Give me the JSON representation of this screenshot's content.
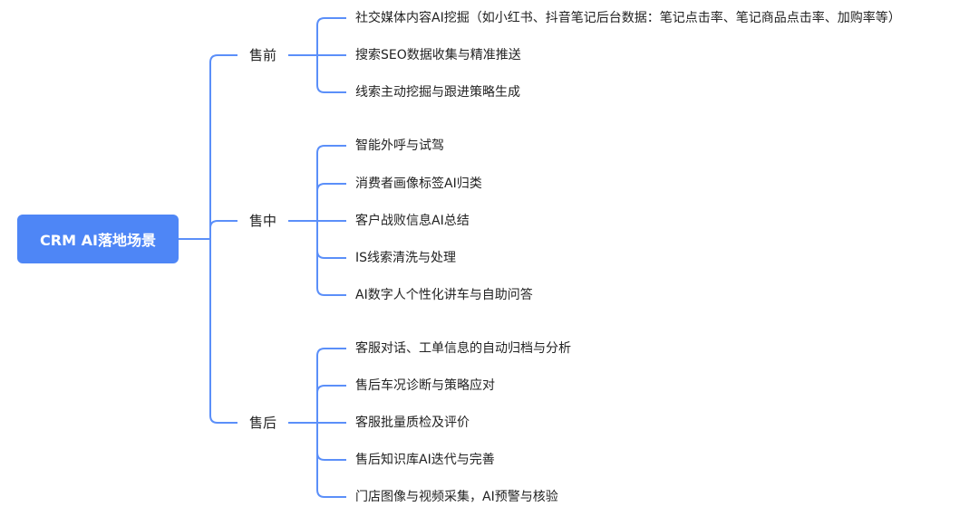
{
  "root": {
    "label": "CRM AI落地场景"
  },
  "line_color": "#5b8ff9",
  "branches": [
    {
      "label": "售前",
      "children": [
        "社交媒体内容AI挖掘（如小红书、抖音笔记后台数据：笔记点击率、笔记商品点击率、加购率等）",
        "搜索SEO数据收集与精准推送",
        "线索主动挖掘与跟进策略生成"
      ]
    },
    {
      "label": "售中",
      "children": [
        "智能外呼与试驾",
        "消费者画像标签AI归类",
        "客户战败信息AI总结",
        "IS线索清洗与处理",
        "AI数字人个性化讲车与自助问答"
      ]
    },
    {
      "label": "售后",
      "children": [
        "客服对话、工单信息的自动归档与分析",
        "售后车况诊断与策略应对",
        "客服批量质检及评价",
        "售后知识库AI迭代与完善",
        "门店图像与视频采集，AI预警与核验"
      ]
    }
  ]
}
